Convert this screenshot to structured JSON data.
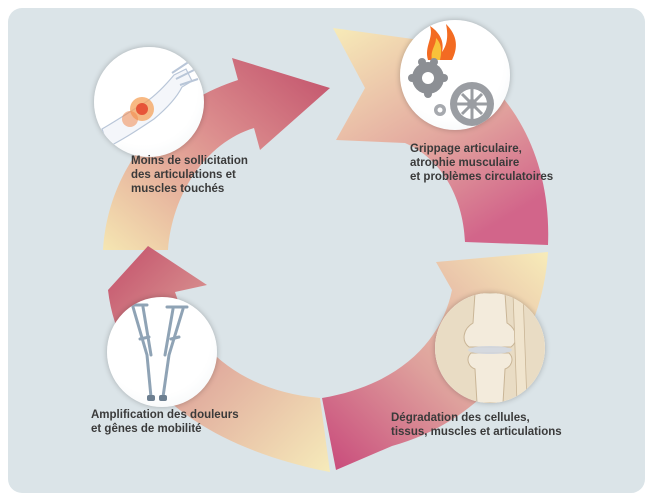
{
  "diagram": {
    "type": "cycle",
    "steps": [
      {
        "label": "Moins de sollicitation\ndes articulations et\nmuscles touchés",
        "icon": "wrist-pain-icon"
      },
      {
        "label": "Grippage articulaire,\natrophie musculaire\net problèmes circulatoires",
        "icon": "burning-gears-icon"
      },
      {
        "label": "Dégradation des cellules,\ntissus, muscles et articulations",
        "icon": "knee-joint-icon"
      },
      {
        "label": "Amplification des douleurs\net gênes de mobilité",
        "icon": "crutches-icon"
      }
    ],
    "colors": {
      "arrow_light": "#f6e8b5",
      "arrow_dark": "#c4556d",
      "background": "#dbe4e8"
    }
  }
}
